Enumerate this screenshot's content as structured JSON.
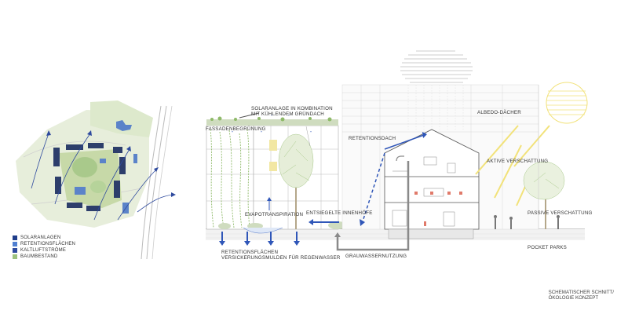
{
  "legend": [
    {
      "label": "SOLARANLAGEN",
      "color": "#1f3d8a"
    },
    {
      "label": "RETENTIONSFLÄCHEN",
      "color": "#4f7fd1"
    },
    {
      "label": "KALTLUFTSTRÖME",
      "color": "#2e4a9e"
    },
    {
      "label": "BAUMBESTAND",
      "color": "#9cc17e"
    }
  ],
  "labels": {
    "solar_line1": "SOLARANLAGE IN KOMBINATION",
    "solar_line2": "MIT KÜHLENDEM GRÜNDACH",
    "fassade": "FASSADENBEGRÜNUNG",
    "retentionsdach": "RETENTIONSDACH",
    "albedo": "ALBEDO-DÄCHER",
    "aktive": "AKTIVE VERSCHATTUNG",
    "passive": "PASSIVE VERSCHATTUNG",
    "evapo": "EVAPOTRANSPIRATION",
    "innenhoefe": "ENTSIEGELTE INNENHÖFE",
    "retflaechen_line1": "RETENTIONSFLÄCHEN",
    "retflaechen_line2": "VERSICKERUNGSMULDEN FÜR REGENWASSER",
    "grauwasser": "GRAUWASSERNUTZUNG",
    "pocket": "POCKET PARKS"
  },
  "caption": {
    "line1": "SCHEMATISCHER SCHNITT/",
    "line2": "ÖKOLOGIE KONZEPT"
  },
  "colors": {
    "water_blue": "#2f56b8",
    "sun_yellow": "#f2e27a",
    "green": "#8fba6a",
    "grey_line": "#9a9a9a",
    "pipe_grey": "#8a8a8a"
  }
}
